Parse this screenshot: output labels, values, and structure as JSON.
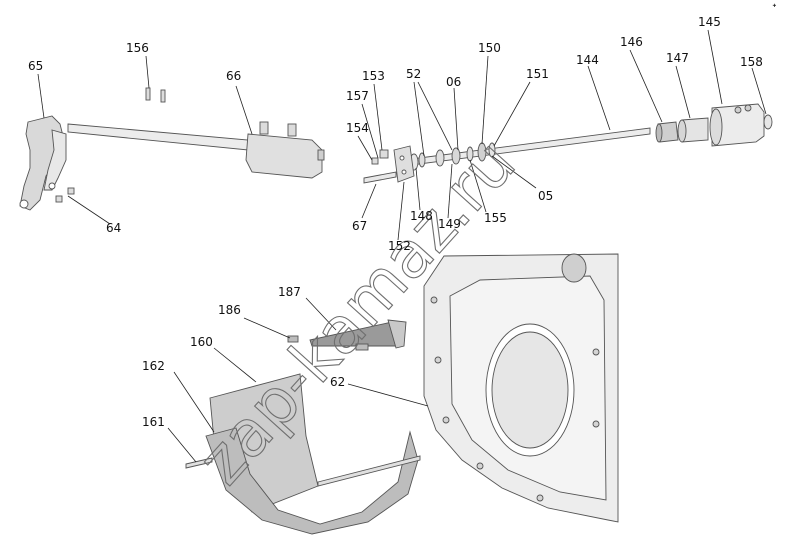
{
  "title": "",
  "watermark": "zap-kamaz.ru",
  "corner_mark": "ᐩ",
  "labels": {
    "p65": "65",
    "p156": "156",
    "p66": "66",
    "p64": "64",
    "p153": "153",
    "p52": "52",
    "p06": "06",
    "p150": "150",
    "p151": "151",
    "p144": "144",
    "p146": "146",
    "p147": "147",
    "p145": "145",
    "p158": "158",
    "p157": "157",
    "p154": "154",
    "p67": "67",
    "p148": "148",
    "p149": "149",
    "p155": "155",
    "p05": "05",
    "p152": "152",
    "p187": "187",
    "p186": "186",
    "p160": "160",
    "p162": "162",
    "p161": "161",
    "p62": "62"
  }
}
